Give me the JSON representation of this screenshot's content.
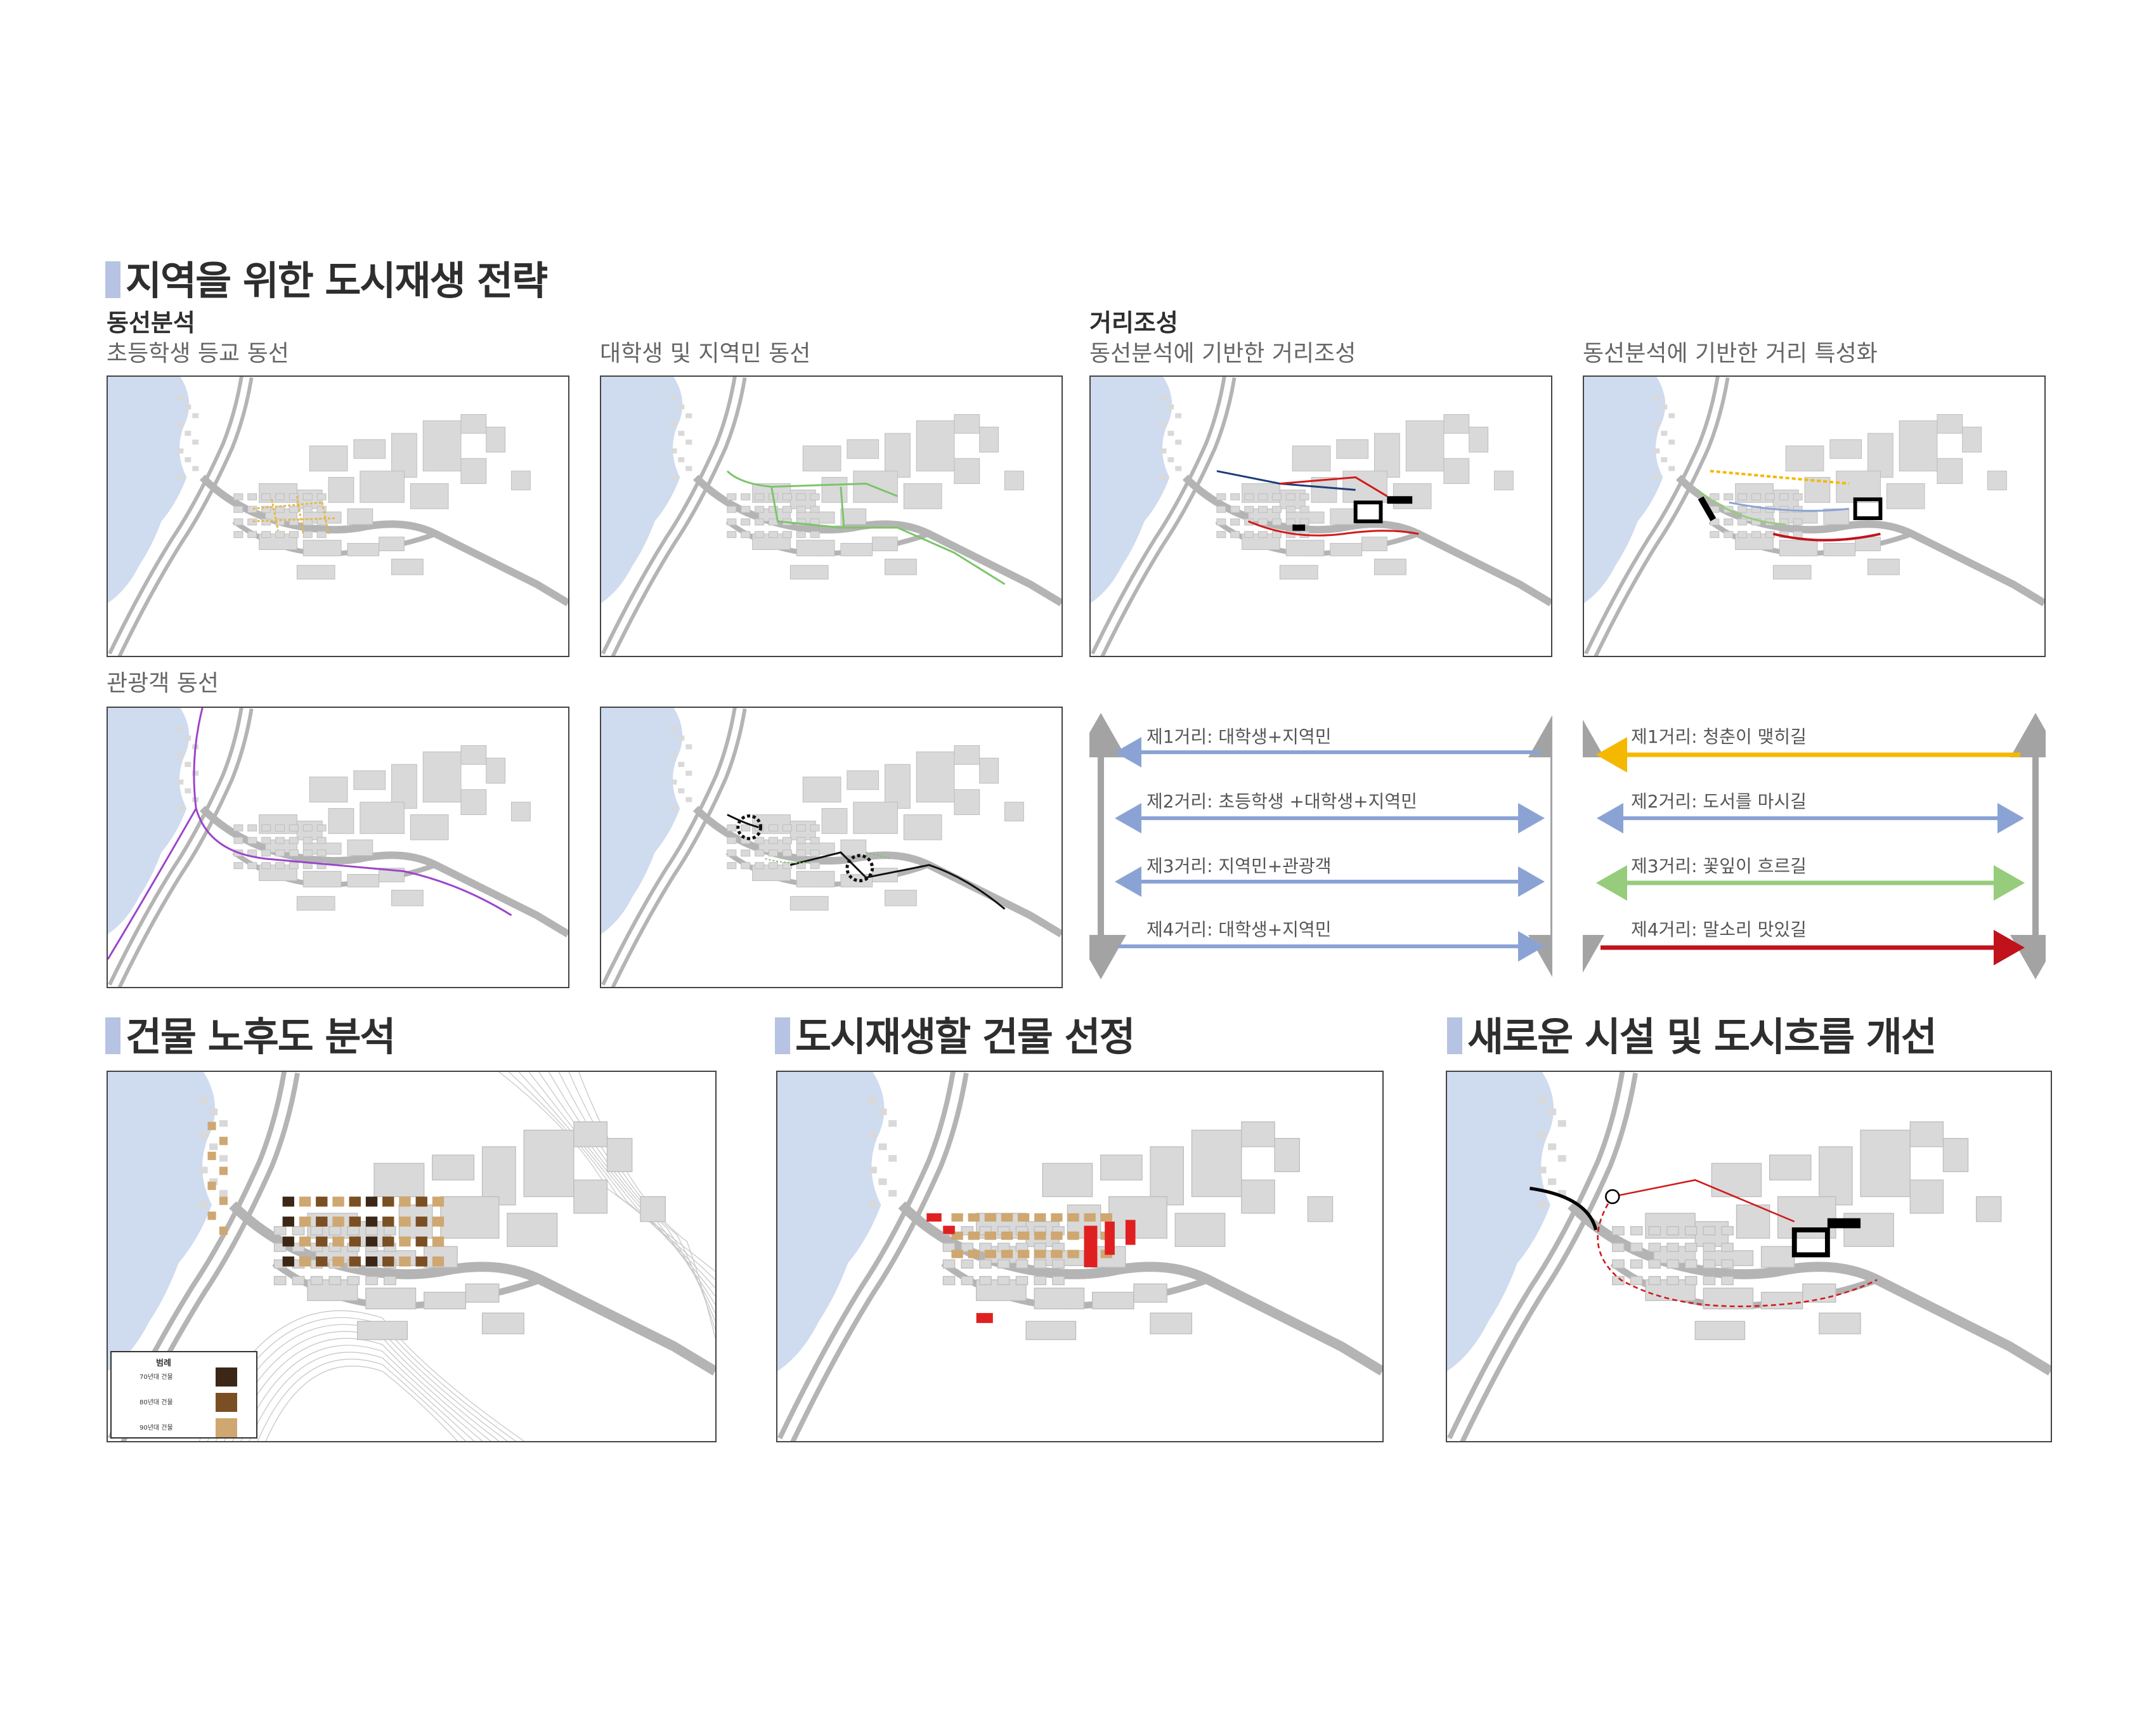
{
  "colors": {
    "heading_bar": "#b6c3e2",
    "water": "#cfdbef",
    "road": "#b4b4b4",
    "block": "#d9d9d9",
    "elementary_route": "#e7b84a",
    "student_resident_route": "#7cc46a",
    "tourist_route": "#9b45c9",
    "street_blue": "#8ba3d4",
    "street_yellow": "#f5b800",
    "street_green": "#96cc7b",
    "street_red": "#c1121c",
    "axis_gray": "#a3a3a3",
    "age_70s": "#3c2717",
    "age_80s": "#7b4f24",
    "age_90s": "#cfa771",
    "selected_red": "#e02020"
  },
  "main_title": "지역을 위한 도시재생 전략",
  "circulation": {
    "heading": "동선분석",
    "map1_caption": "초등학생 등교 동선",
    "map2_caption": "대학생 및 지역민 동선",
    "map3_caption": "관광객 동선"
  },
  "street": {
    "heading": "거리조성",
    "map1_caption": "동선분석에 기반한 거리조성",
    "map2_caption": "동선분석에 기반한 거리 특성화",
    "composition": [
      {
        "label": "제1거리: 대학생+지역민",
        "direction": "left"
      },
      {
        "label": "제2거리: 초등학생 +대학생+지역민",
        "direction": "both"
      },
      {
        "label": "제3거리: 지역민+관광객",
        "direction": "both"
      },
      {
        "label": "제4거리: 대학생+지역민",
        "direction": "right"
      }
    ],
    "characterization": [
      {
        "label": "제1거리: 청춘이 맺히길",
        "direction": "left",
        "color": "#f5b800"
      },
      {
        "label": "제2거리: 도서를 마시길",
        "direction": "both",
        "color": "#8ba3d4"
      },
      {
        "label": "제3거리: 꽃잎이 흐르길",
        "direction": "both",
        "color": "#96cc7b"
      },
      {
        "label": "제4거리: 말소리 맛있길",
        "direction": "right",
        "color": "#c1121c"
      }
    ]
  },
  "sections": {
    "aging": "건물 노후도 분석",
    "selection": "도시재생할 건물 선정",
    "improvement": "새로운 시설 및 도시흐름 개선"
  },
  "legend": {
    "title": "범례",
    "items": [
      {
        "label": "70년대 건물",
        "color": "#3c2717"
      },
      {
        "label": "80년대 건물",
        "color": "#7b4f24"
      },
      {
        "label": "90년대 건물",
        "color": "#cfa771"
      }
    ]
  }
}
